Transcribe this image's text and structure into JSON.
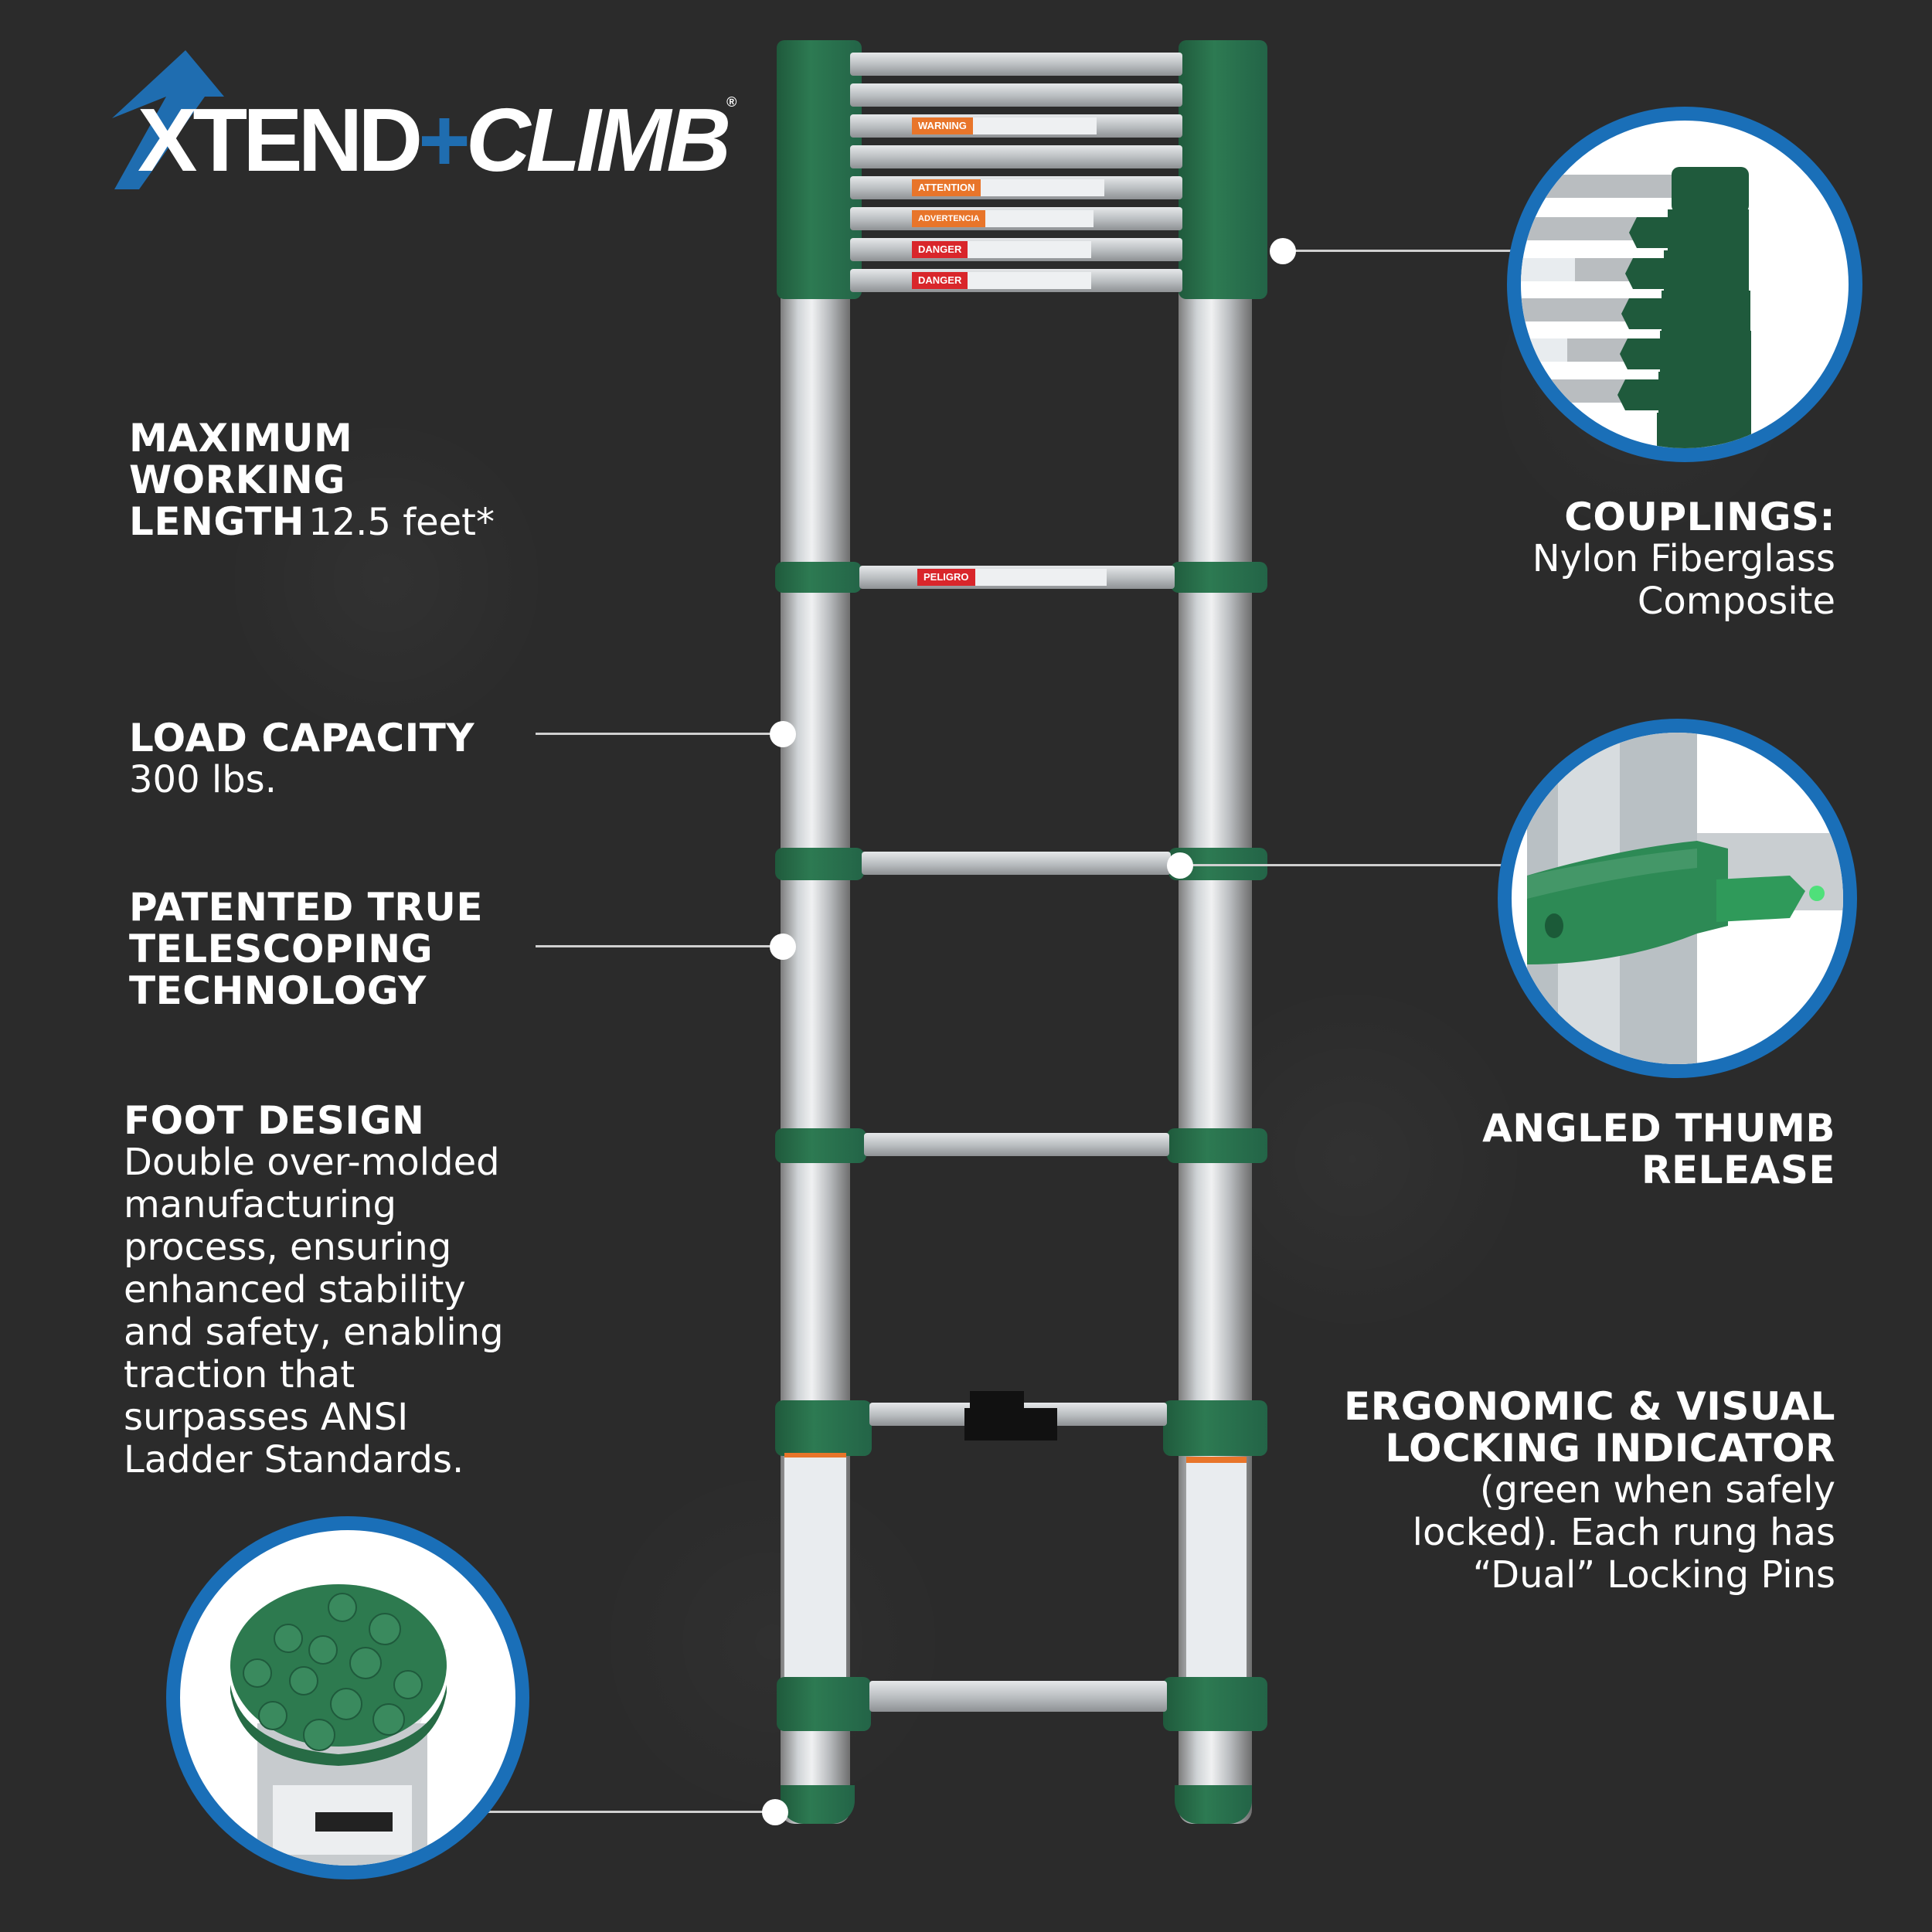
{
  "brand": {
    "logo_text_1": "XTEND",
    "logo_plus": "+",
    "logo_text_2": "CLIMB",
    "registered": "®",
    "colors": {
      "background": "#2b2b2b",
      "accent_blue": "#1a6fb8",
      "coupling_green": "#2d7a52",
      "text": "#ffffff"
    }
  },
  "features_left": [
    {
      "id": "working-length",
      "title_lines": [
        "MAXIMUM",
        "WORKING",
        "LENGTH"
      ],
      "value": "12.5 feet*"
    },
    {
      "id": "load-capacity",
      "title": "LOAD CAPACITY",
      "value": "300 lbs."
    },
    {
      "id": "telescoping",
      "title_lines": [
        "PATENTED TRUE",
        "TELESCOPING",
        "TECHNOLOGY"
      ]
    },
    {
      "id": "foot-design",
      "title": "FOOT DESIGN",
      "body_lines": [
        "Double over-molded",
        "manufacturing",
        "process, ensuring",
        "enhanced stability",
        "and safety, enabling",
        "traction that",
        "surpasses ANSI",
        "Ladder Standards."
      ]
    }
  ],
  "features_right": [
    {
      "id": "couplings",
      "title": "COUPLINGS:",
      "body_lines": [
        "Nylon Fiberglass",
        "Composite"
      ]
    },
    {
      "id": "thumb-release",
      "title_lines": [
        "ANGLED THUMB",
        "RELEASE"
      ]
    },
    {
      "id": "locking-indicator",
      "title_lines": [
        "ERGONOMIC & VISUAL",
        "LOCKING INDICATOR"
      ],
      "body_lines": [
        "(green when safely",
        "locked).  Each rung has",
        "“Dual” Locking Pins"
      ]
    }
  ],
  "ladder": {
    "rung_labels": [
      "WARNING",
      "ATTENTION",
      "ADVERTENCIA",
      "DANGER",
      "DANGER",
      "PELIGRO"
    ],
    "label_colors": {
      "WARNING": "#e8752a",
      "ATTENTION": "#e8752a",
      "ADVERTENCIA": "#e8752a",
      "DANGER": "#d9262b",
      "PELIGRO": "#d9262b"
    }
  },
  "callouts": [
    {
      "name": "couplings-detail",
      "icon": "coupling-closeup"
    },
    {
      "name": "thumb-release-detail",
      "icon": "thumb-release-closeup"
    },
    {
      "name": "foot-detail",
      "icon": "foot-closeup"
    }
  ]
}
